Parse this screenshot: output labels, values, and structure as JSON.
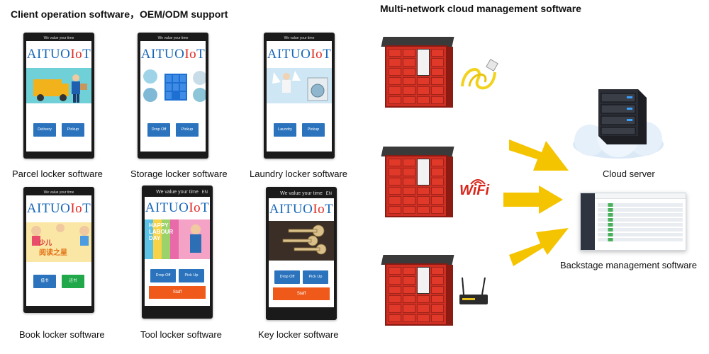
{
  "headings": {
    "client": "Client operation software，OEM/ODM support",
    "cloud": "Multi-network cloud management software"
  },
  "brand": {
    "prefix": "AITUO",
    "suffix_io": "Io",
    "suffix_t": "T"
  },
  "devices": [
    {
      "caption": "Parcel locker software",
      "top_bar": "We value your time",
      "buttons": [
        "Delivery",
        "Pickup"
      ]
    },
    {
      "caption": "Storage locker software",
      "top_bar": "We value your time",
      "buttons": [
        "Drop Off",
        "Pickup"
      ]
    },
    {
      "caption": "Laundry locker software",
      "top_bar": "We value your time",
      "buttons": [
        "Laundry",
        "Pickup"
      ]
    },
    {
      "caption": "Book locker software",
      "top_bar": "We value your time",
      "buttons": [
        "借书",
        "还书"
      ],
      "image_text": [
        "少儿",
        "阅读之星"
      ]
    },
    {
      "caption": "Tool locker software",
      "top_bar": "We value your time",
      "lang": "EN",
      "buttons": [
        "Drop Off",
        "Pick Up"
      ],
      "staff": "Staff",
      "image_text": [
        "HAPPY",
        "LABOUR",
        "DAY"
      ]
    },
    {
      "caption": "Key locker software",
      "top_bar": "We value your time",
      "lang": "EN",
      "buttons": [
        "Drop Off",
        "Pick Up"
      ],
      "staff": "Staff"
    }
  ],
  "network_icons": {
    "wifi": "WiFi",
    "cable": "ethernet-cable-icon",
    "router": "4g-router-icon"
  },
  "cloud_caption": "Cloud server",
  "backstage_caption": "Backstage management software",
  "colors": {
    "brand_blue": "#1767b8",
    "brand_red": "#e02a26",
    "button_blue": "#2b73bd",
    "button_green": "#21a84b",
    "staff_orange": "#ef5a1b",
    "locker_red": "#cf2e22",
    "arrow_yellow": "#f5c400"
  }
}
